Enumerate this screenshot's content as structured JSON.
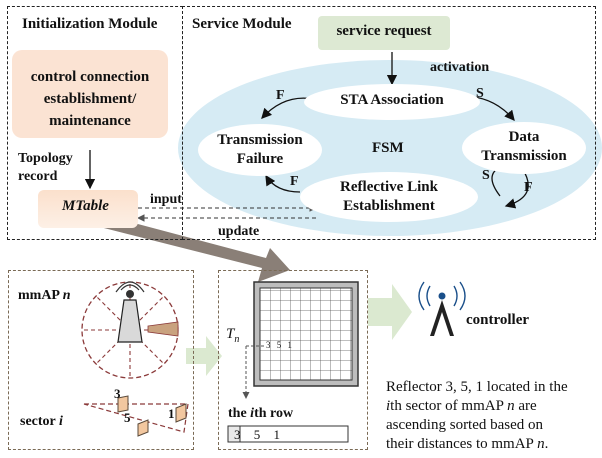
{
  "init": {
    "title": "Initialization Module",
    "control_line1": "control connection",
    "control_line2": "establishment/",
    "control_line3": "maintenance",
    "topology_line1": "Topology",
    "topology_line2": "record",
    "mtable": "MTable"
  },
  "service": {
    "title": "Service Module",
    "request": "service request",
    "activation": "activation",
    "input": "input",
    "update": "update",
    "fsm": {
      "center": "FSM",
      "sta": "STA Association",
      "fail_1": "Transmission",
      "fail_2": "Failure",
      "data_1": "Data",
      "data_2": "Transmission",
      "refl_1": "Reflective Link",
      "refl_2": "Establishment",
      "f": "F",
      "s": "S"
    }
  },
  "bottom": {
    "mmap_prefix": "mmAP",
    "mmap_n": "n",
    "sector_prefix": "sector",
    "sector_i": "i",
    "r3": "3",
    "r5": "5",
    "r1": "1",
    "tn": "T",
    "tn_sub": "n",
    "grid_vals": "3 5 1",
    "row_prefix": "the",
    "row_i": "i",
    "row_suffix": "th row",
    "row_vals": "3 5 1",
    "controller": "controller"
  },
  "desc": {
    "l1": "Reflector 3, 5, 1 located in the",
    "l2_i": "i",
    "l2_text": "th sector of mmAP ",
    "l2_n": "n",
    "l2_end": " are",
    "l3": "ascending sorted based on",
    "l4": "their distances to mmAP ",
    "l4_n": "n",
    "l4_end": "."
  }
}
